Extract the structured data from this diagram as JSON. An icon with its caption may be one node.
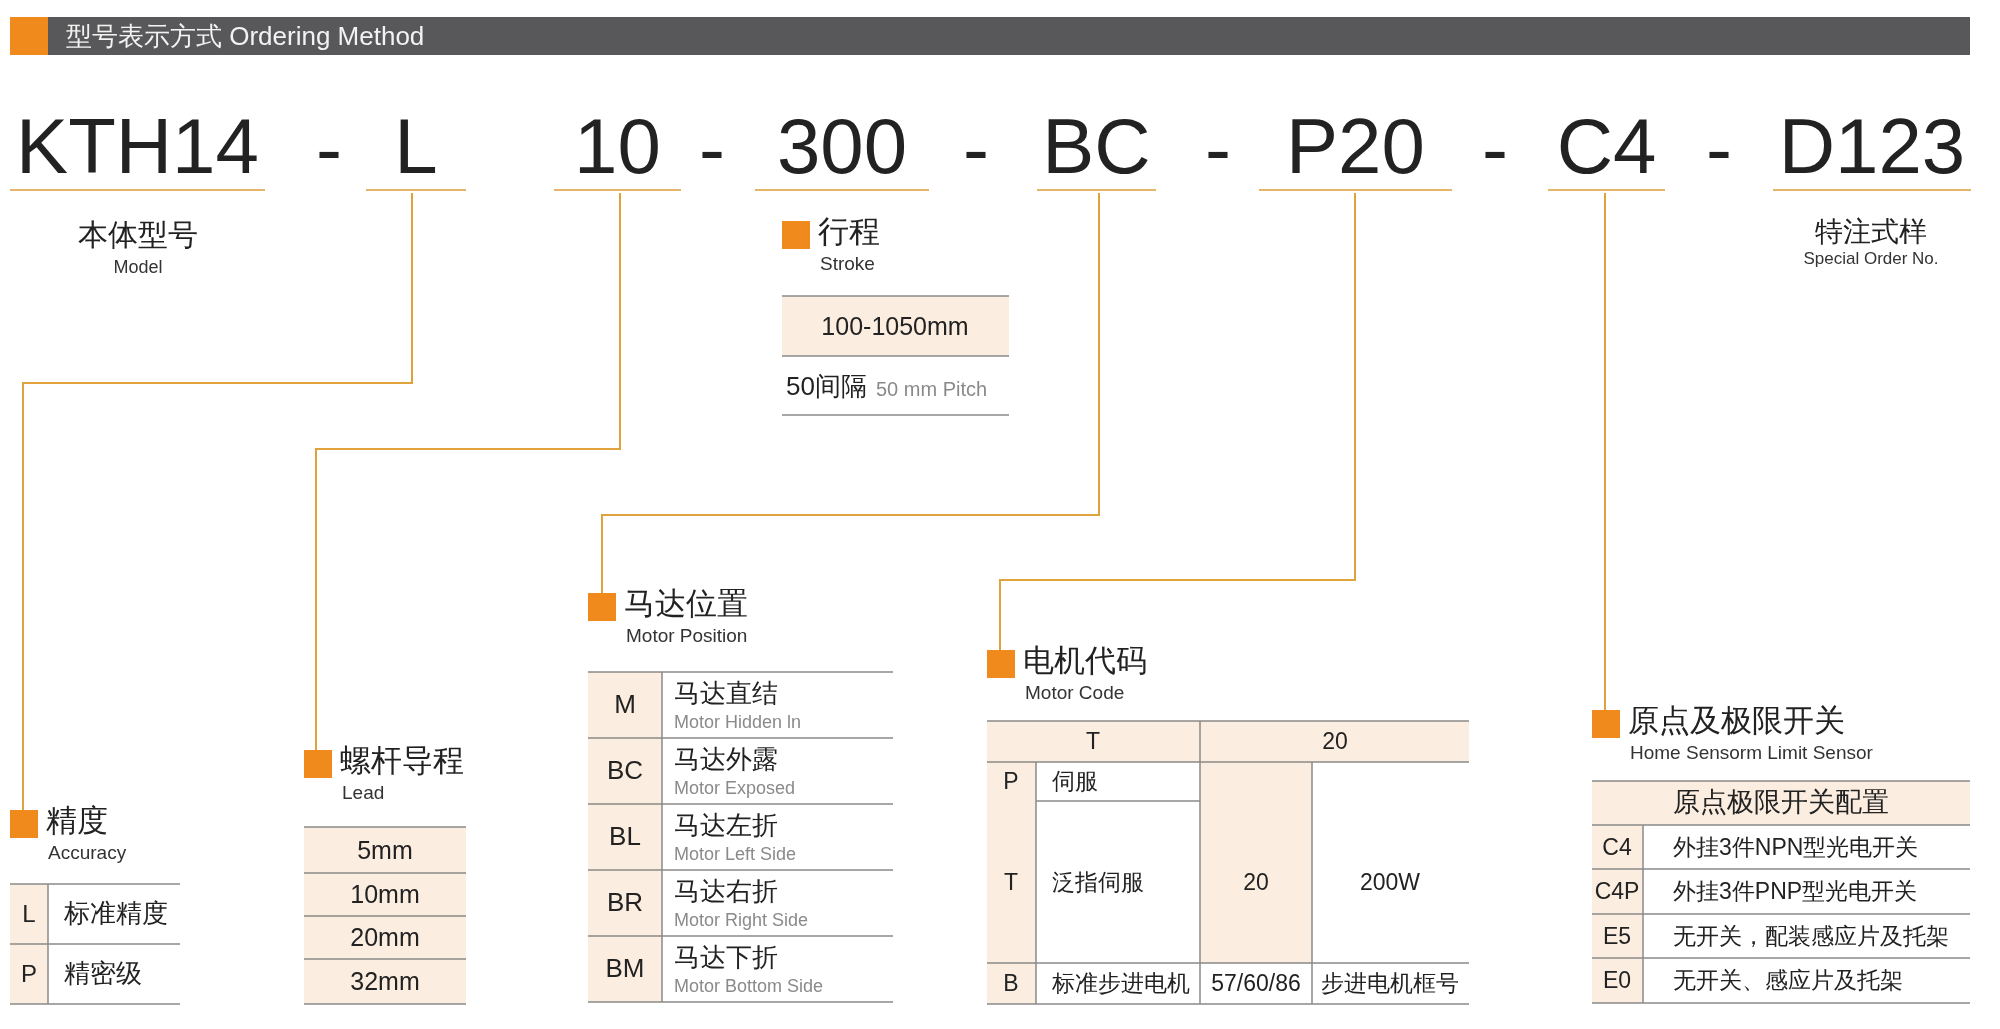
{
  "diagram": {
    "title": "型号表示方式 Ordering Method",
    "nodes": [
      {
        "text": [
          "KTH14"
        ],
        "beside": [
          "本体型号",
          "Model"
        ]
      },
      {
        "text": [
          "L"
        ]
      },
      {
        "text": [
          "10"
        ]
      },
      {
        "text": [
          "300"
        ]
      },
      {
        "text": [
          "BC"
        ]
      },
      {
        "text": [
          "P20"
        ]
      },
      {
        "text": [
          "C4"
        ]
      },
      {
        "text": [
          "D123"
        ],
        "beside": [
          "特注式样",
          "Special Order No."
        ]
      },
      {
        "text": [
          "行程",
          "Stroke"
        ]
      },
      {
        "text": [
          "精度",
          "Accuracy"
        ]
      },
      {
        "text": [
          "螺杆导程",
          "Lead"
        ]
      },
      {
        "text": [
          "马达位置",
          "Motor Position"
        ]
      },
      {
        "text": [
          "电机代码",
          "Motor Code"
        ]
      },
      {
        "text": [
          "原点及极限开关",
          "Home Sensorm Limit Sensor"
        ]
      }
    ],
    "edges": [
      {
        "from": 1,
        "to": 9,
        "arrow": "none"
      },
      {
        "from": 2,
        "to": 10,
        "arrow": "none"
      },
      {
        "from": 4,
        "to": 11,
        "arrow": "none"
      },
      {
        "from": 5,
        "to": 12,
        "arrow": "none"
      },
      {
        "from": 6,
        "to": 13,
        "arrow": "none"
      }
    ],
    "labels": [
      "-",
      "-",
      "-",
      "-",
      "-",
      "-",
      "100-1050mm",
      "50间隔",
      "50 mm Pitch",
      "L",
      "标准精度",
      "P",
      "精密级",
      "5mm",
      "10mm",
      "20mm",
      "32mm",
      "M",
      "马达直结",
      "Motor Hidden ln",
      "BC",
      "马达外露",
      "Motor Exposed",
      "BL",
      "马达左折",
      "Motor Left Side",
      "BR",
      "马达右折",
      "Motor Right Side",
      "BM",
      "马达下折",
      "Motor Bottom Side",
      "T",
      "20",
      "P",
      "伺服",
      "T",
      "泛指伺服",
      "20",
      "200W",
      "B",
      "标准步进电机",
      "57/60/86",
      "步进电机框号",
      "原点极限开关配置",
      "C4",
      "外挂3件NPN型光电开关",
      "C4P",
      "外挂3件PNP型光电开关",
      "E5",
      "无开关，配装感应片及托架",
      "E0",
      "无开关、感应片及托架"
    ]
  }
}
